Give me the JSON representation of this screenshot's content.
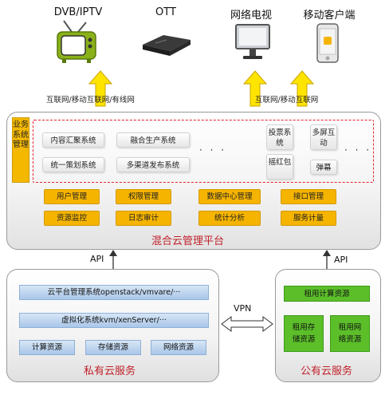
{
  "devices": {
    "dvb_iptv": "DVB/IPTV",
    "ott": "OTT",
    "network_tv": "网络电视",
    "mobile_client": "移动客户端"
  },
  "network_labels": {
    "left": "互联网/移动互联网/有线网",
    "right": "互联网/移动互联网"
  },
  "platform": {
    "title": "混合云管理平台",
    "vertical_tag": "业务系统管理",
    "systems": {
      "content_aggregation": "内容汇聚系统",
      "converged_production": "融合生产系统",
      "unified_planning": "统一策划系统",
      "multichannel_publish": "多渠道发布系统",
      "voting": "投票系统",
      "multiscreen": "多屏互动",
      "red_packet": "摇红包",
      "danmaku": "弹幕",
      "ellipsis": "· · ·"
    },
    "management": {
      "user": "用户管理",
      "permission": "权限管理",
      "data_center": "数据中心管理",
      "interface": "接口管理",
      "resource_monitor": "资源监控",
      "log_audit": "日志审计",
      "stats": "统计分析",
      "service_metering": "服务计量"
    }
  },
  "api_label": "API",
  "vpn_label": "VPN",
  "private_cloud": {
    "title": "私有云服务",
    "platform_mgmt": "云平台管理系统openstack/vmvare/···",
    "virtualization": "虚拟化系统kvm/xenServer/···",
    "compute": "计算资源",
    "storage": "存储资源",
    "network": "网络资源"
  },
  "public_cloud": {
    "title": "公有云服务",
    "rent_compute": "租用计算资源",
    "rent_storage": "租用存储资源",
    "rent_network": "租用网络资源"
  },
  "colors": {
    "yellow": "#f5b400",
    "red_text": "#c0222b",
    "green": "#5cbf2a",
    "blue_bar": "#a9c6e8"
  }
}
